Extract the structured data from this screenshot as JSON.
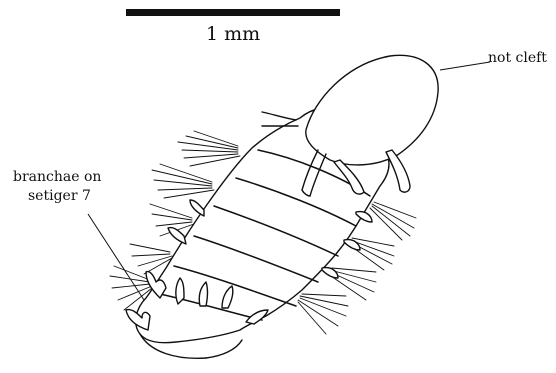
{
  "scale_bar": {
    "label": "1 mm"
  },
  "labels": {
    "prostomium": "not cleft",
    "branchiae_line1": "branchae on",
    "branchiae_line2": "setiger 7"
  }
}
